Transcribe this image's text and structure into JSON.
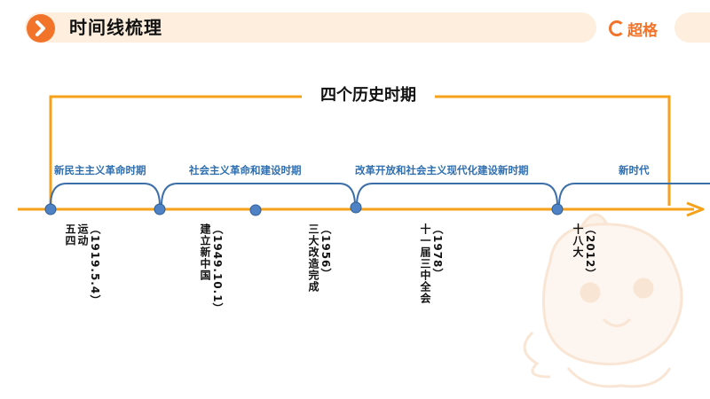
{
  "header": {
    "title": "时间线梳理",
    "logo_text": "超格",
    "accent": "#f2742b",
    "bar_color": "#fdeedd"
  },
  "diagram": {
    "title": "四个历史时期",
    "bracket_color": "#f5a11a",
    "arrow_color": "#f5a11a",
    "arc_color": "#3c6ea8",
    "dot_color": "#4f82c4",
    "periods": [
      {
        "label": "新民主主义革命时期"
      },
      {
        "label": "社会主义革命和建设时期"
      },
      {
        "label": "改革开放和社会主义现代化建设新时期"
      },
      {
        "label": "新时代"
      }
    ],
    "events": [
      {
        "name_line1": "五四",
        "name_line2": "运动",
        "date": "（1919.5.4）"
      },
      {
        "name": "建立新中国",
        "date": "（1949.10.1）"
      },
      {
        "name": "三大改造完成",
        "date": "（1956）"
      },
      {
        "name": "十一届三中全会",
        "date": "（1978）"
      },
      {
        "name": "十八大",
        "date": "（2012）"
      }
    ]
  }
}
